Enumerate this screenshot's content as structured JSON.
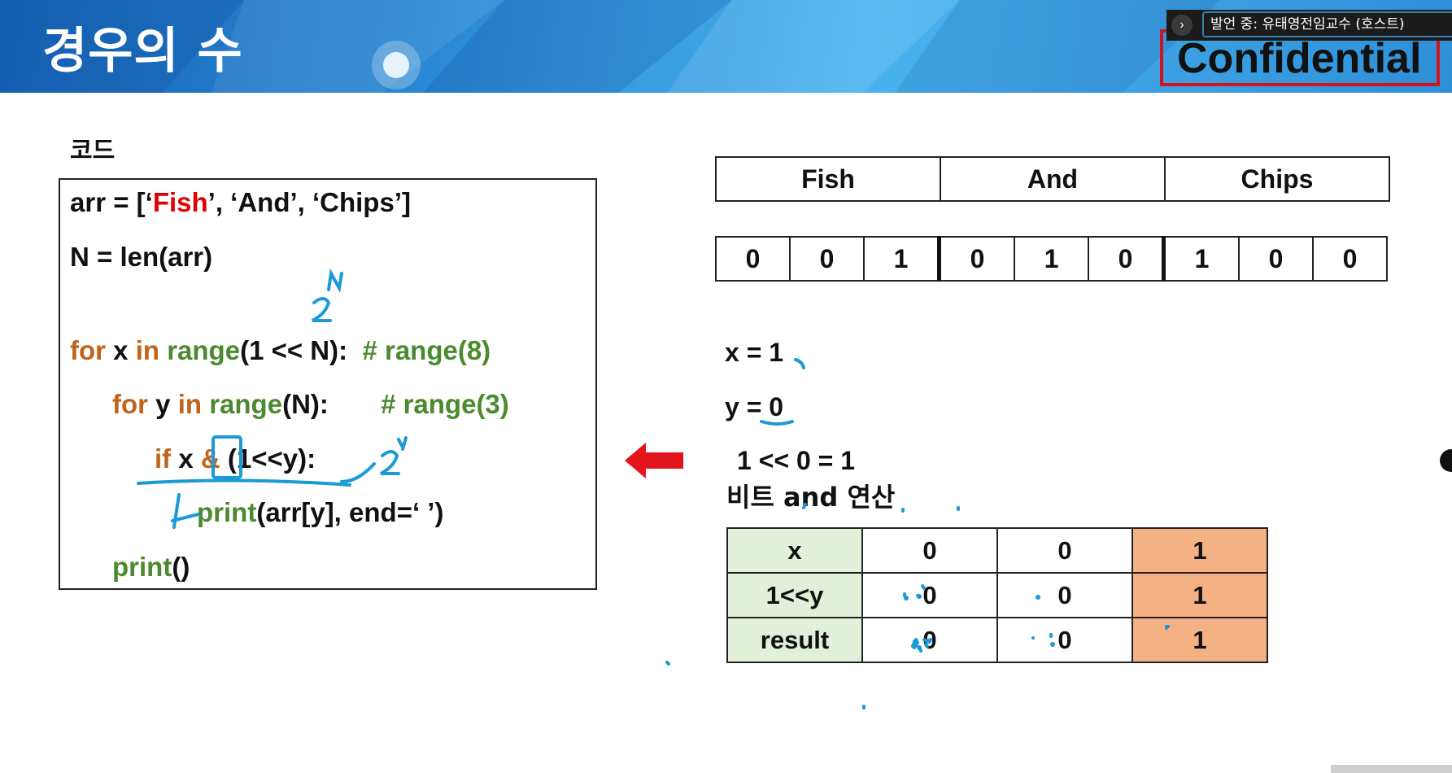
{
  "slide": {
    "title": "경우의 수",
    "confidential": "Confidential"
  },
  "meeting": {
    "speaker_label": "발언 중: 유태영전임교수 (호스트)"
  },
  "code": {
    "heading": "코드",
    "line1": {
      "a": "arr = [‘",
      "b": "Fish",
      "c": "’, ‘And’, ‘Chips’]"
    },
    "line2": "N = len(arr)",
    "line3": {
      "kw1": "for",
      "t1": " x ",
      "kw2": "in",
      "t2": " ",
      "fn": "range",
      "t3": "(1 << N):  ",
      "cm": "# range(8)"
    },
    "line4": {
      "kw1": "for",
      "t1": " y ",
      "kw2": "in",
      "t2": " ",
      "fn": "range",
      "t3": "(N):       ",
      "cm": "# range(3)"
    },
    "line5": {
      "kw": "if",
      "t1": " x ",
      "amp": "&",
      "t2": " (1<<y):"
    },
    "line6": {
      "fn": "print",
      "t": "(arr[y], end=‘ ’)"
    },
    "line7": {
      "fn": "print",
      "t": "()"
    }
  },
  "names_table": [
    "Fish",
    "And",
    "Chips"
  ],
  "bits_table": [
    "0",
    "0",
    "1",
    "0",
    "1",
    "0",
    "1",
    "0",
    "0"
  ],
  "calc": {
    "x_line": "x = 1",
    "y_line": "y = 0",
    "shift_line": "1 << 0 = 1",
    "caption": "비트 and 연산"
  },
  "op_table": {
    "rows": [
      {
        "label": "x",
        "cells": [
          "0",
          "0",
          "1"
        ]
      },
      {
        "label": "1<<y",
        "cells": [
          "0",
          "0",
          "1"
        ]
      },
      {
        "label": "result",
        "cells": [
          "0",
          "0",
          "1"
        ]
      }
    ]
  },
  "annotations": {
    "two_n": "2ᴺ",
    "two_y": "2ʸ"
  },
  "colors": {
    "keyword": "#c0641c",
    "function": "#4b8a2e",
    "string_highlight": "#e00000",
    "table_header_bg": "#e2efd9",
    "highlight_bg": "#f4b183",
    "pen": "#1b9ad6",
    "arrow": "#e3141b"
  }
}
